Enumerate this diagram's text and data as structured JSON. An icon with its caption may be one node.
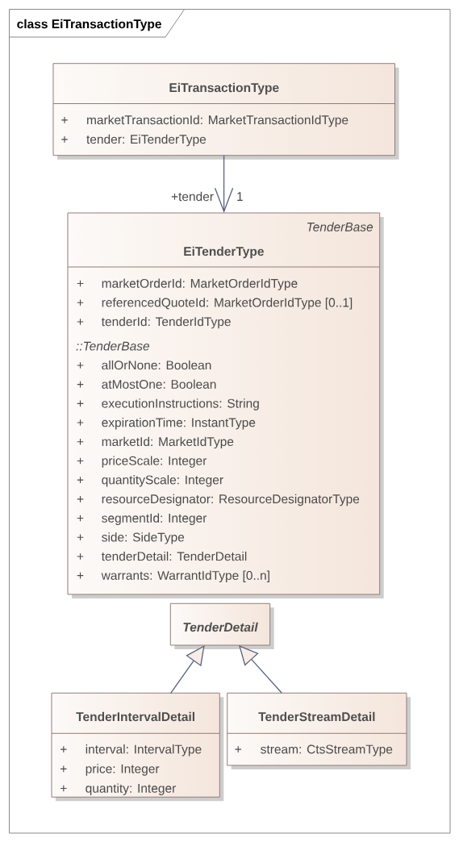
{
  "diagram": {
    "nodes": [
      {
        "text": [
          "class EiTransactionType"
        ]
      },
      {
        "text": [
          "EiTransactionType",
          "+",
          "marketTransactionId: MarketTransactionIdType",
          "+",
          "tender: EiTenderType"
        ],
        "in": 0
      },
      {
        "text": [
          "TenderBase",
          "EiTenderType",
          "+",
          "marketOrderId: MarketOrderIdType",
          "+",
          "referencedQuoteId: MarketOrderIdType [0..1]",
          "+",
          "tenderId: TenderIdType",
          "::TenderBase",
          "+",
          "allOrNone: Boolean",
          "+",
          "atMostOne: Boolean",
          "+",
          "executionInstructions: String",
          "+",
          "expirationTime: InstantType",
          "+",
          "marketId: MarketIdType",
          "+",
          "priceScale: Integer",
          "+",
          "quantityScale: Integer",
          "+",
          "resourceDesignator: ResourceDesignatorType",
          "+",
          "segmentId: Integer",
          "+",
          "side: SideType",
          "+",
          "tenderDetail: TenderDetail",
          "+",
          "warrants: WarrantIdType [0..n]"
        ],
        "in": 0
      },
      {
        "text": [
          "TenderDetail"
        ],
        "in": 0
      },
      {
        "text": [
          "TenderIntervalDetail",
          "+",
          "interval: IntervalType",
          "+",
          "price: Integer",
          "+",
          "quantity: Integer"
        ],
        "in": 0
      },
      {
        "text": [
          "TenderStreamDetail",
          "+",
          "stream: CtsStreamType"
        ],
        "in": 0
      }
    ],
    "edges": [
      {
        "from": 1,
        "to": 2,
        "arrow": "to",
        "label": "+tender"
      },
      {
        "from": 4,
        "to": 3,
        "arrow": "to"
      },
      {
        "from": 5,
        "to": 3,
        "arrow": "to"
      }
    ],
    "labels": [
      "1"
    ]
  }
}
